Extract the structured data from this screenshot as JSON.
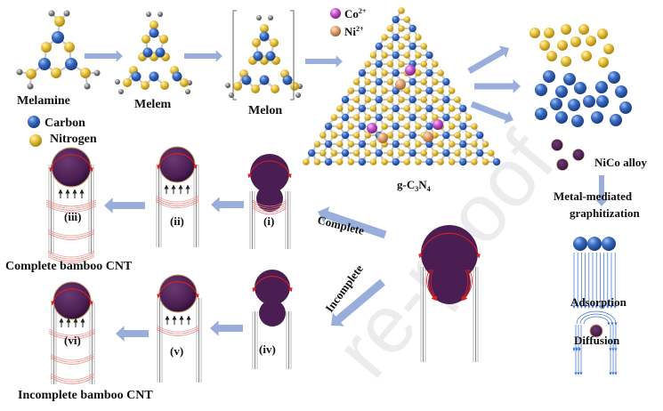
{
  "labels": {
    "melamine": "Melamine",
    "melem": "Melem",
    "melon": "Melon",
    "carbon": "Carbon",
    "nitrogen": "Nitrogen",
    "co": "Co",
    "co_sup": "2+",
    "ni": "Ni",
    "ni_sup": "2+",
    "gcn": "g-C",
    "gcn_sub1": "3",
    "gcn_n": "N",
    "gcn_sub2": "4",
    "nico": "NiCo alloy",
    "metal1": "Metal-mediated",
    "metal2": "graphitization",
    "adsorption": "Adsorption",
    "diffusion": "Diffusion",
    "complete": "Complete",
    "incomplete": "Incomplete",
    "complete_cnt": "Complete bamboo CNT",
    "incomplete_cnt": "Incomplete bamboo CNT",
    "stages": [
      "(i)",
      "(ii)",
      "(iii)",
      "(iv)",
      "(v)",
      "(vi)"
    ],
    "watermark": "re-proof"
  },
  "colors": {
    "carbon": "#2f5fb3",
    "nitrogen": "#e8c13c",
    "cobalt": "#c94fcf",
    "nickel": "#e0a070",
    "alloy": "#4a1e52",
    "arrow": "#9aaedc",
    "red": "#e02020",
    "blueline": "#3a6fd8"
  }
}
